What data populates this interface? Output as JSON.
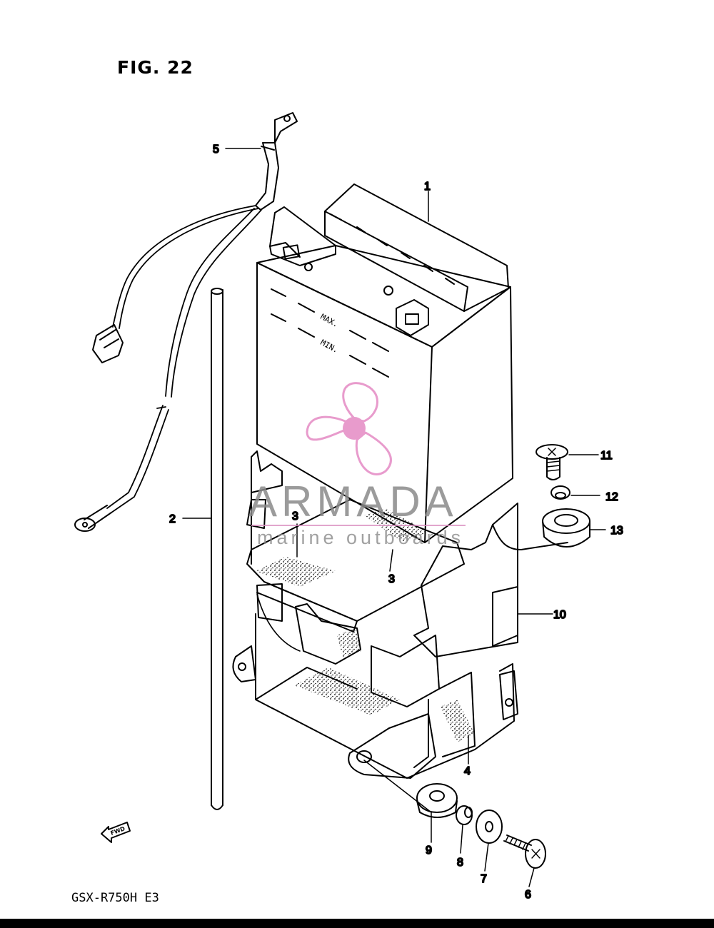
{
  "figure": {
    "title": "FIG. 22",
    "model": "GSX-R750H  E3"
  },
  "watermark": {
    "brand": "ARMADA",
    "tagline": "marine outboards",
    "accent_color": "#e48ac4"
  },
  "callouts": [
    "1",
    "2",
    "3",
    "3",
    "4",
    "5",
    "6",
    "7",
    "8",
    "9",
    "10",
    "11",
    "12",
    "13"
  ],
  "battery_marks": {
    "max": "MAX.",
    "min": "MIN."
  },
  "fwd_label": "FWD"
}
